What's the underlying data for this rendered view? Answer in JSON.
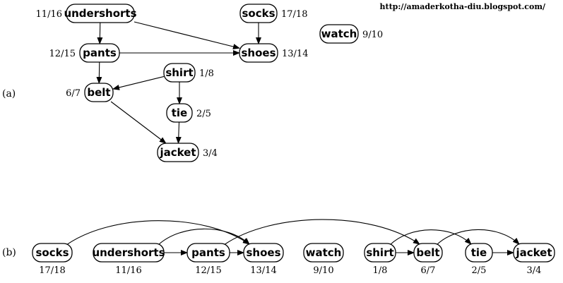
{
  "url": "http://amaderkotha-diu.blogspot.com/",
  "part_a_label": "(a)",
  "part_b_label": "(b)",
  "nodes": {
    "undershorts": {
      "label": "undershorts",
      "time": "11/16"
    },
    "socks": {
      "label": "socks",
      "time": "17/18"
    },
    "watch": {
      "label": "watch",
      "time": "9/10"
    },
    "pants": {
      "label": "pants",
      "time": "12/15"
    },
    "shoes": {
      "label": "shoes",
      "time": "13/14"
    },
    "shirt": {
      "label": "shirt",
      "time": "1/8"
    },
    "belt": {
      "label": "belt",
      "time": "6/7"
    },
    "tie": {
      "label": "tie",
      "time": "2/5"
    },
    "jacket": {
      "label": "jacket",
      "time": "3/4"
    }
  },
  "edges": [
    [
      "undershorts",
      "pants"
    ],
    [
      "undershorts",
      "shoes"
    ],
    [
      "socks",
      "shoes"
    ],
    [
      "pants",
      "shoes"
    ],
    [
      "pants",
      "belt"
    ],
    [
      "shirt",
      "belt"
    ],
    [
      "shirt",
      "tie"
    ],
    [
      "tie",
      "jacket"
    ],
    [
      "belt",
      "jacket"
    ]
  ],
  "sorted_order": [
    "socks",
    "undershorts",
    "pants",
    "shoes",
    "watch",
    "shirt",
    "belt",
    "tie",
    "jacket"
  ]
}
